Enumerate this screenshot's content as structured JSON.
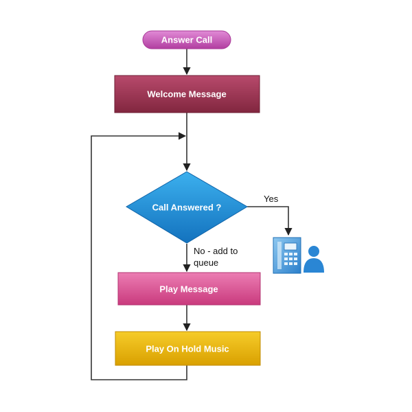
{
  "diagram": {
    "nodes": {
      "answer_call": {
        "label": "Answer Call",
        "color": "#c34fb0"
      },
      "welcome_message": {
        "label": "Welcome Message",
        "color": "#9a3352"
      },
      "call_answered": {
        "label": "Call Answered ?",
        "color": "#1f8fd6"
      },
      "play_message": {
        "label": "Play Message",
        "color": "#d8498d"
      },
      "play_on_hold_music": {
        "label": "Play On Hold Music",
        "color": "#e6b000"
      }
    },
    "edges": {
      "yes_label": "Yes",
      "no_label_line1": "No - add to",
      "no_label_line2": "queue"
    },
    "icons": {
      "agent": "phone-and-person-icon",
      "agent_color": "#2a86d4"
    },
    "line_color": "#333333"
  }
}
